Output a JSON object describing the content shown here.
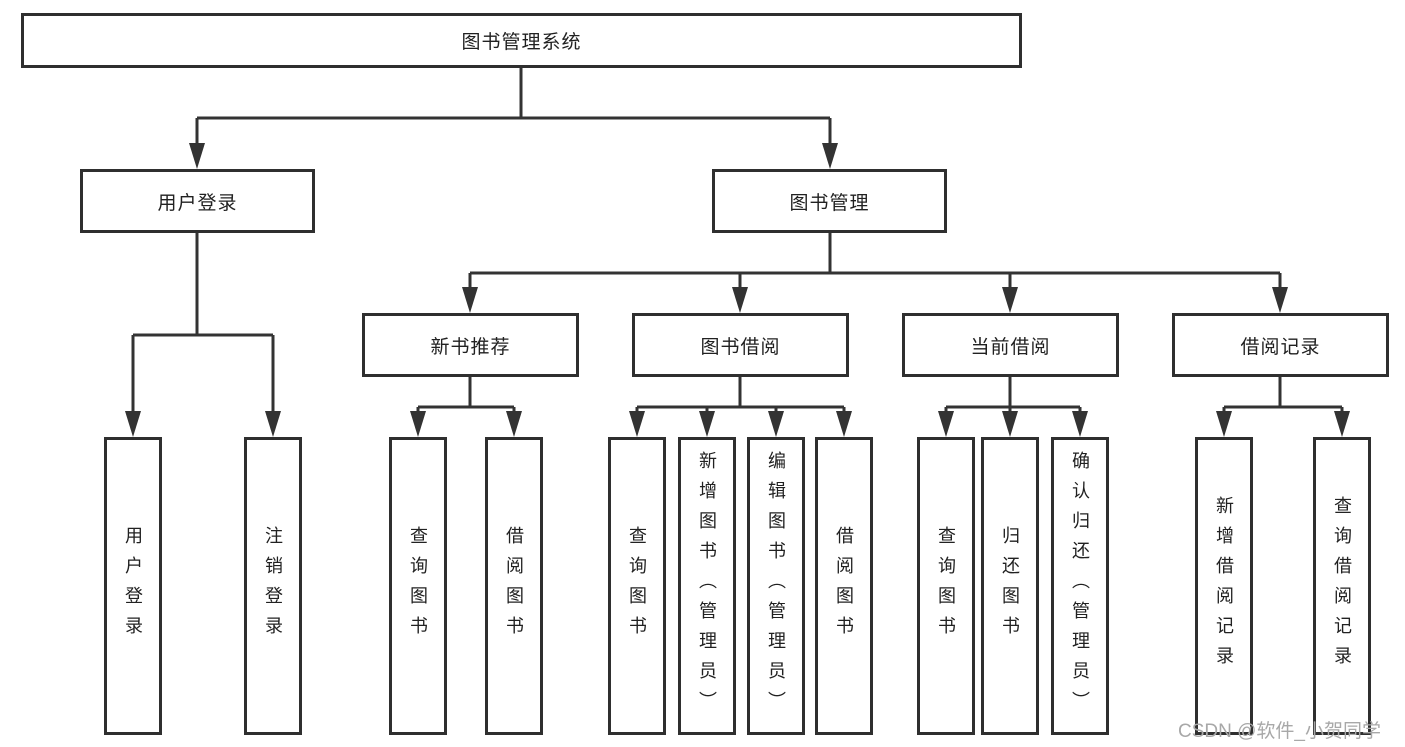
{
  "diagram_title": "图书管理系统",
  "tree": {
    "root": {
      "label": "图书管理系统"
    },
    "level2": [
      {
        "label": "用户登录",
        "children": [
          {
            "label": "用户登录"
          },
          {
            "label": "注销登录"
          }
        ]
      },
      {
        "label": "图书管理",
        "children": [
          {
            "label": "新书推荐",
            "children": [
              {
                "label": "查询图书"
              },
              {
                "label": "借阅图书"
              }
            ]
          },
          {
            "label": "图书借阅",
            "children": [
              {
                "label": "查询图书"
              },
              {
                "label": "新增图书（管理员）"
              },
              {
                "label": "编辑图书（管理员）"
              },
              {
                "label": "借阅图书"
              }
            ]
          },
          {
            "label": "当前借阅",
            "children": [
              {
                "label": "查询图书"
              },
              {
                "label": "归还图书"
              },
              {
                "label": "确认归还（管理员）"
              }
            ]
          },
          {
            "label": "借阅记录",
            "children": [
              {
                "label": "新增借阅记录"
              },
              {
                "label": "查询借阅记录"
              }
            ]
          }
        ]
      }
    ]
  },
  "watermark": {
    "text": "CSDN @软件_小贺同学"
  },
  "colors": {
    "line": "#333333",
    "box_border": "#2f2f2f",
    "box_fill": "#ffffff",
    "text": "#212121",
    "watermark": "#a8a8a8",
    "background": "#ffffff"
  }
}
